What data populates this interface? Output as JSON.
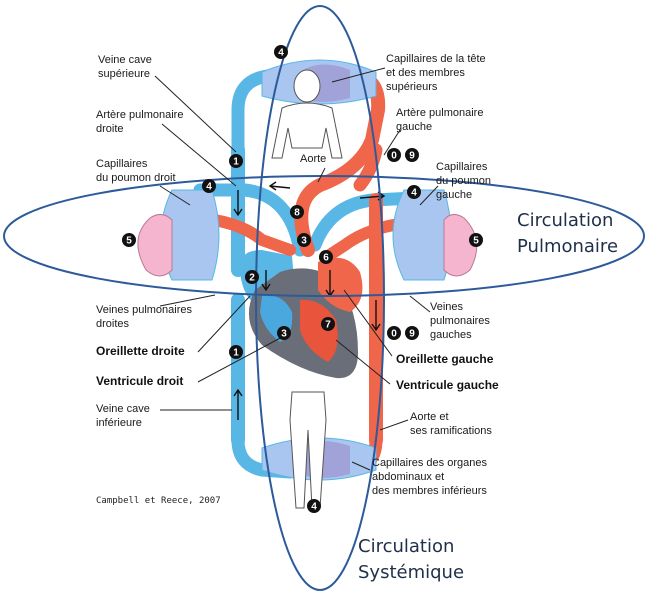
{
  "labels": {
    "veine_cave_sup": [
      "Veine cave",
      "supérieure"
    ],
    "artere_pulm_droite": [
      "Artère pulmonaire",
      "droite"
    ],
    "capillaires_poumon_droit": [
      "Capillaires",
      "du poumon droit"
    ],
    "veines_pulm_droites": [
      "Veines pulmonaires",
      "droites"
    ],
    "oreillette_droite": "Oreillette droite",
    "ventricule_droit": "Ventricule droit",
    "veine_cave_inf": [
      "Veine cave",
      "inférieure"
    ],
    "credit": "Campbell et Reece, 2007",
    "capillaires_tete": [
      "Capillaires de la tête",
      "et des membres",
      "supérieurs"
    ],
    "artere_pulm_gauche": [
      "Artère pulmonaire",
      "gauche"
    ],
    "aorte": "Aorte",
    "capillaires_poumon_gauche": [
      "Capillaires",
      "du poumon",
      "gauche"
    ],
    "veines_pulm_gauches": [
      "Veines",
      "pulmonaires",
      "gauches"
    ],
    "oreillette_gauche": "Oreillette gauche",
    "ventricule_gauche": "Ventricule gauche",
    "aorte_ramifications": [
      "Aorte et",
      "ses ramifications"
    ],
    "capillaires_organes": [
      "Capillaires des organes",
      "abdominaux et",
      "des membres inférieurs"
    ],
    "circ_pulmonaire": [
      "Circulation",
      "Pulmonaire"
    ],
    "circ_systemique": [
      "Circulation",
      "Systémique"
    ]
  },
  "markers": {
    "head": "4",
    "feet": "4",
    "m1_upper": "1",
    "m1_lower": "1",
    "m2": "2",
    "m3_ra": "3",
    "m3_heart": "3",
    "m4_left_lung": "4",
    "m4_right_lung": "4",
    "m5_left": "5",
    "m5_right": "5",
    "m6": "6",
    "m7": "7",
    "m8": "8",
    "m0_upper": "0",
    "m9_upper": "9",
    "m0_lower": "0",
    "m9_lower": "9"
  },
  "colors": {
    "oxygenated": "#f0664a",
    "deoxygenated": "#59b7e6",
    "capillary": "#9d93cf",
    "lung": "#f6b5cf",
    "heart": "#6a6e78",
    "ellipse": "#2d5a9a"
  }
}
